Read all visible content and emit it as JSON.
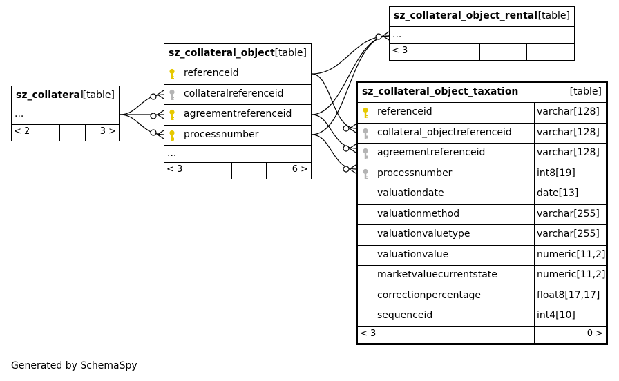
{
  "tables": {
    "collateral": {
      "name": "sz_collateral",
      "kind": "[table]",
      "ellipsis": "...",
      "footer": {
        "left": "< 2",
        "right": "3 >"
      }
    },
    "collateral_object": {
      "name": "sz_collateral_object",
      "kind": "[table]",
      "columns": [
        {
          "name": "referenceid",
          "key": "primary"
        },
        {
          "name": "collateralreferenceid",
          "key": "foreign"
        },
        {
          "name": "agreementreferenceid",
          "key": "primary"
        },
        {
          "name": "processnumber",
          "key": "primary"
        }
      ],
      "ellipsis": "...",
      "footer": {
        "left": "< 3",
        "right": "6 >"
      }
    },
    "rental": {
      "name": "sz_collateral_object_rental",
      "kind": "[table]",
      "ellipsis": "...",
      "footer": {
        "left": "< 3",
        "right": ""
      }
    },
    "taxation": {
      "name": "sz_collateral_object_taxation",
      "kind": "[table]",
      "columns": [
        {
          "name": "referenceid",
          "type": "varchar[128]",
          "key": "primary"
        },
        {
          "name": "collateral_objectreferenceid",
          "type": "varchar[128]",
          "key": "foreign"
        },
        {
          "name": "agreementreferenceid",
          "type": "varchar[128]",
          "key": "foreign"
        },
        {
          "name": "processnumber",
          "type": "int8[19]",
          "key": "foreign"
        },
        {
          "name": "valuationdate",
          "type": "date[13]",
          "key": "none"
        },
        {
          "name": "valuationmethod",
          "type": "varchar[255]",
          "key": "none"
        },
        {
          "name": "valuationvaluetype",
          "type": "varchar[255]",
          "key": "none"
        },
        {
          "name": "valuationvalue",
          "type": "numeric[11,2]",
          "key": "none"
        },
        {
          "name": "marketvaluecurrentstate",
          "type": "numeric[11,2]",
          "key": "none"
        },
        {
          "name": "correctionpercentage",
          "type": "float8[17,17]",
          "key": "none"
        },
        {
          "name": "sequenceid",
          "type": "int4[10]",
          "key": "none"
        }
      ],
      "footer": {
        "left": "< 3",
        "right": "0 >"
      }
    }
  },
  "colors": {
    "primary_key": "#e6c800",
    "foreign_key": "#b4b4b4",
    "line": "#000000"
  },
  "credit": "Generated by SchemaSpy"
}
